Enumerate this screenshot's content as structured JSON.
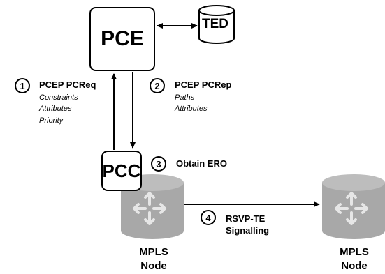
{
  "pce": {
    "label": "PCE"
  },
  "ted": {
    "label": "TED"
  },
  "pcc": {
    "label": "PCC"
  },
  "step1": {
    "number": "1",
    "title": "PCEP PCReq",
    "details": [
      "Constraints",
      "Attributes",
      "Priority"
    ]
  },
  "step2": {
    "number": "2",
    "title": "PCEP PCRep",
    "details": [
      "Paths",
      "Attributes"
    ]
  },
  "step3": {
    "number": "3",
    "title": "Obtain ERO"
  },
  "step4": {
    "number": "4",
    "title_line1": "RSVP-TE",
    "title_line2": "Signalling"
  },
  "node_left": {
    "line1": "MPLS",
    "line2": "Node"
  },
  "node_right": {
    "line1": "MPLS",
    "line2": "Node"
  },
  "colors": {
    "router_body": "#a8a8a8",
    "router_top": "#bdbdbd",
    "router_icon": "#e6e6e6",
    "line": "#000000"
  },
  "icons": {
    "router": "router-arrows-icon",
    "database": "database-cylinder-icon"
  }
}
